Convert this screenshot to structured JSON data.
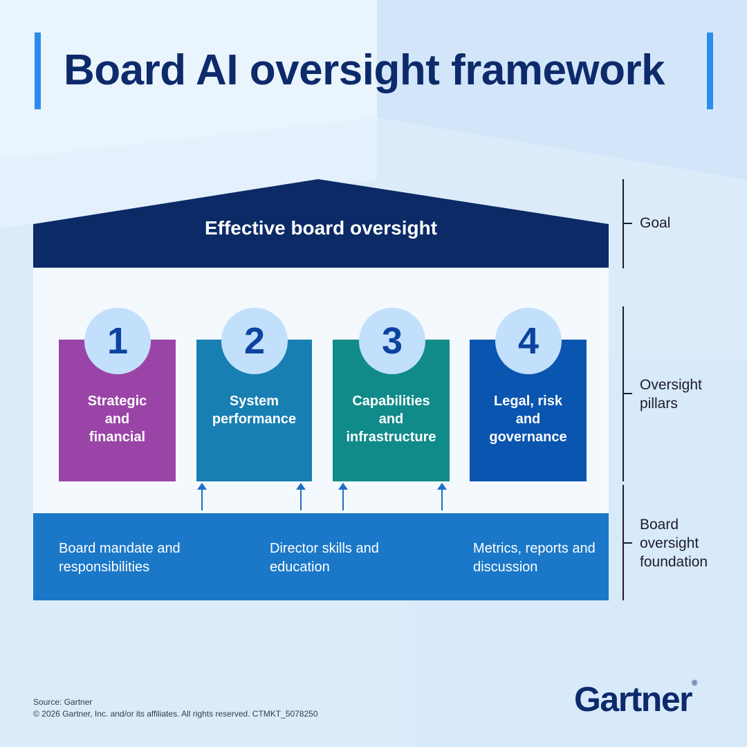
{
  "title": "Board AI oversight framework",
  "goal_label": "Effective board oversight",
  "pillars": [
    {
      "number": "1",
      "label": "Strategic and financial",
      "color": "#9b44a8"
    },
    {
      "number": "2",
      "label": "System performance",
      "color": "#177fb2"
    },
    {
      "number": "3",
      "label": "Capabilities and infrastructure",
      "color": "#118a8a"
    },
    {
      "number": "4",
      "label": "Legal, risk and governance",
      "color": "#0a55b0"
    }
  ],
  "foundation": [
    "Board mandate and responsibilities",
    "Director skills and education",
    "Metrics, reports and discussion"
  ],
  "side_labels": {
    "goal": "Goal",
    "pillars": "Oversight pillars",
    "foundation": "Board oversight foundation"
  },
  "footer": {
    "source": "Source: Gartner",
    "copyright": "© 2026 Gartner, Inc. and/or its affiliates. All rights reserved. CTMKT_5078250"
  },
  "logo": {
    "text": "Gartner",
    "mark": "®"
  },
  "colors": {
    "title": "#0d2a6b",
    "roof": "#0b2a66",
    "foundation": "#1b78c8",
    "number_circle": "#c2e0fb",
    "accent_bar": "#2b8cee"
  }
}
